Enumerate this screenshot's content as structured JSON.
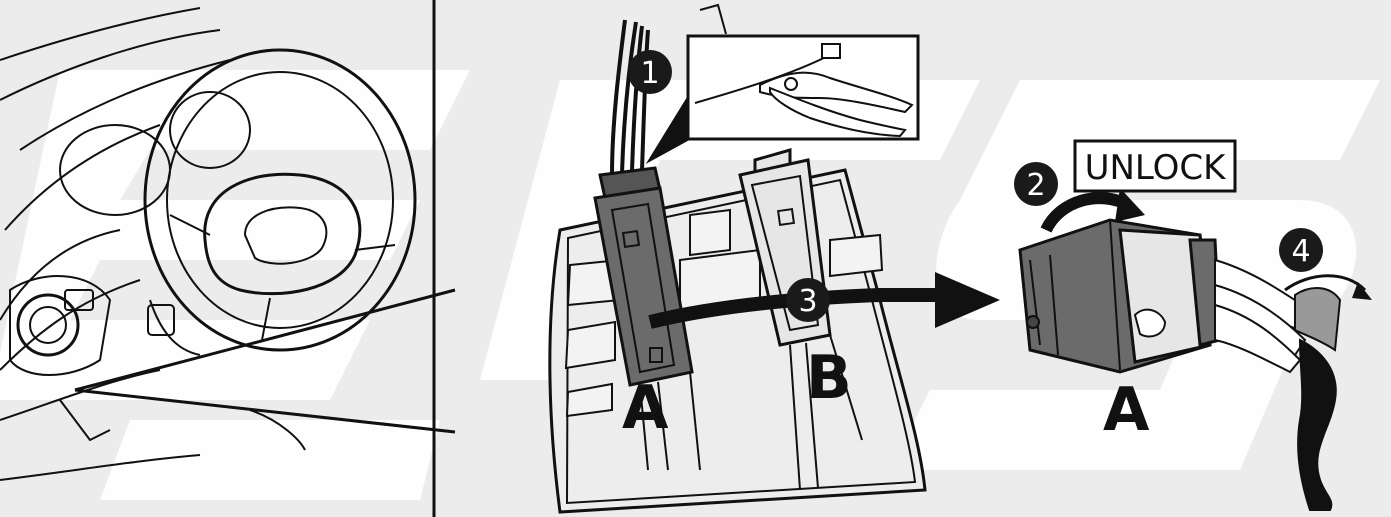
{
  "step_badges": [
    "1",
    "2",
    "3",
    "4"
  ],
  "labels": {
    "unlock": "UNLOCK",
    "connector_a_left": "A",
    "connector_b": "B",
    "connector_a_right": "A"
  },
  "colors": {
    "panel_background": "#ececec",
    "watermark": "#ffffff",
    "connector_dark": "#6b6b6b",
    "connector_light": "#e6e6e6",
    "badge": "#1a1a1a",
    "line": "#111111"
  },
  "icons": [
    "steering-wheel-icon",
    "cable-tie-pliers-icon",
    "curved-arrow-icon",
    "straight-arrow-icon"
  ]
}
